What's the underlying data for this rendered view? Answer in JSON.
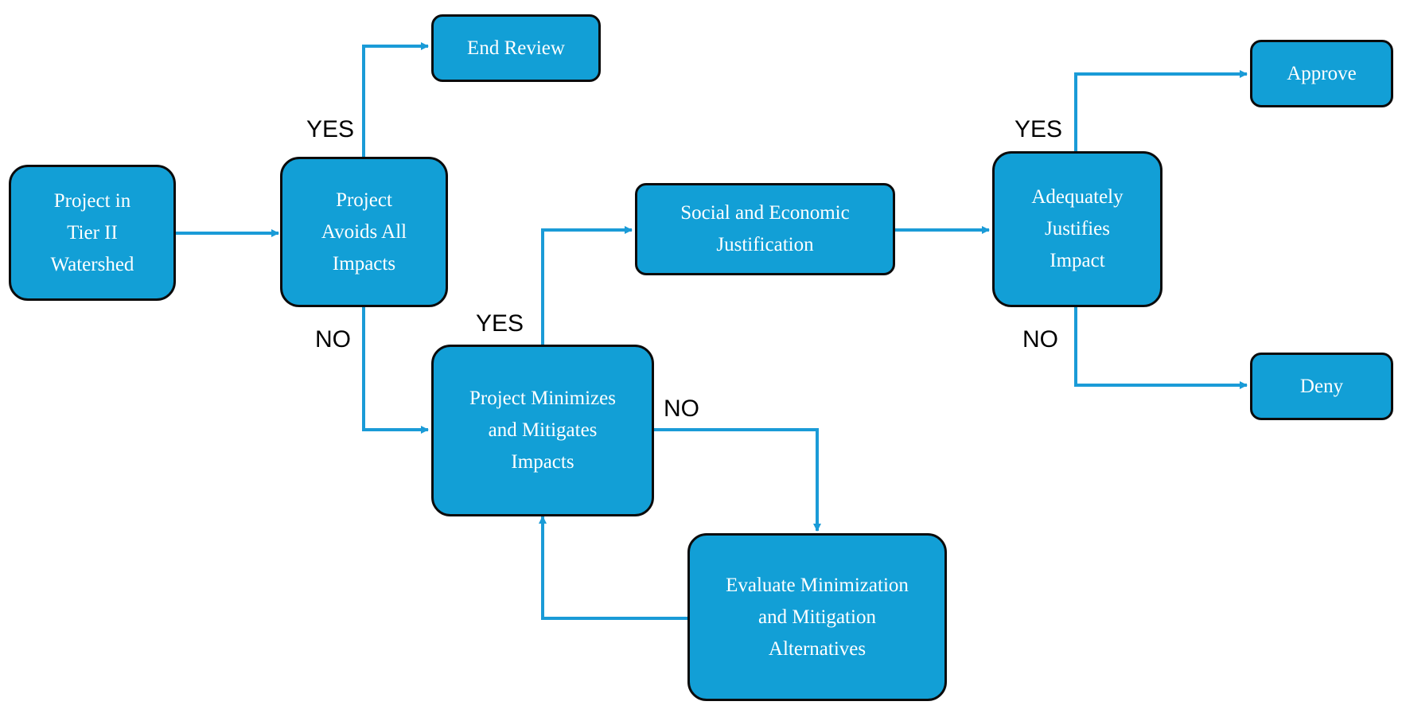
{
  "colors": {
    "node_fill": "#129fd6",
    "node_border": "#0b0b0b",
    "connector": "#1a9bd7",
    "node_text": "#ffffff",
    "label_text": "#000000"
  },
  "nodes": {
    "start": "Project in\nTier II\nWatershed",
    "avoids": "Project\nAvoids All\nImpacts",
    "end_review": "End Review",
    "minimizes": "Project Minimizes\nand Mitigates\nImpacts",
    "justification": "Social and Economic\nJustification",
    "evaluate": "Evaluate Minimization\nand Mitigation\nAlternatives",
    "adequately": "Adequately\nJustifies\nImpact",
    "approve": "Approve",
    "deny": "Deny"
  },
  "labels": {
    "yes_avoids": "YES",
    "no_avoids": "NO",
    "yes_minimizes": "YES",
    "no_minimizes": "NO",
    "yes_adequately": "YES",
    "no_adequately": "NO"
  }
}
